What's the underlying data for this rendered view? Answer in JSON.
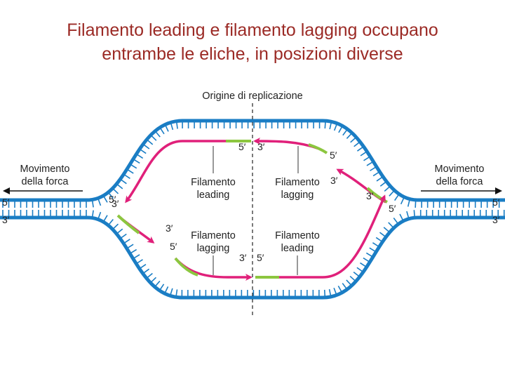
{
  "title": {
    "line1": "Filamento leading e filamento lagging occupano",
    "line2": "entrambe le eliche, in posizioni diverse"
  },
  "diagram": {
    "origin_label": "Origine di replicazione",
    "fork_left": {
      "line1": "Movimento",
      "line2": "della forca"
    },
    "fork_right": {
      "line1": "Movimento",
      "line2": "della forca"
    },
    "upper_left_label": {
      "line1": "Filamento",
      "line2": "leading"
    },
    "upper_right_label": {
      "line1": "Filamento",
      "line2": "lagging"
    },
    "lower_left_label": {
      "line1": "Filamento",
      "line2": "lagging"
    },
    "lower_right_label": {
      "line1": "Filamento",
      "line2": "leading"
    },
    "end_5": "5′",
    "end_3": "3′"
  },
  "colors": {
    "template_strand": "#1a7dc4",
    "new_strand": "#e0207a",
    "primer": "#8cc63f",
    "title": "#9b2a25"
  }
}
